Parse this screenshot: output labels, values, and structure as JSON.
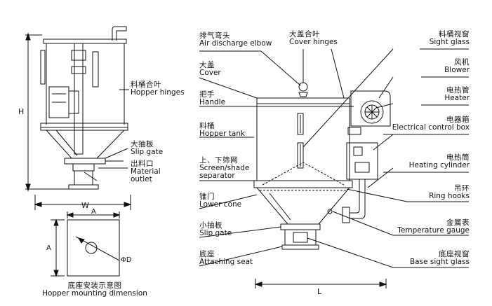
{
  "labels": {
    "air_discharge_elbow": {
      "cn": "排气弯头",
      "en": "Air discharge elbow"
    },
    "cover_hinges": {
      "cn": "大盖合叶",
      "en": "Cover hinges"
    },
    "sight_glass": {
      "cn": "料桶视窗",
      "en": "Sight glass"
    },
    "cover": {
      "cn": "大盖",
      "en": "Cover"
    },
    "blower": {
      "cn": "风机",
      "en": "Blower"
    },
    "handle": {
      "cn": "把手",
      "en": "Handle"
    },
    "heater": {
      "cn": "电热管",
      "en": "Heater"
    },
    "hopper_tank": {
      "cn": "料桶",
      "en": "Hopper tank"
    },
    "electrical_control_box": {
      "cn": "电器箱",
      "en": "Electrical control box"
    },
    "screen_shade_separator": {
      "cn": "上、下筛网",
      "en": "Screen/shade",
      "en2": "separator"
    },
    "heating_cylinder": {
      "cn": "电热筒",
      "en": "Heating cylinder"
    },
    "ring_hooks": {
      "cn": "吊环",
      "en": "Ring hooks"
    },
    "lower_cone": {
      "cn": "锥门",
      "en": "Lower cone"
    },
    "temperature_gauge": {
      "cn": "金属表",
      "en": "Temperature gauge"
    },
    "slip_gate_small": {
      "cn": "小抽板",
      "en": "Slip gate"
    },
    "attaching_seat": {
      "cn": "底座",
      "en": "Attaching seat"
    },
    "base_sight_glass": {
      "cn": "底座视窗",
      "en": "Base sight glass"
    },
    "hopper_hinges": {
      "cn": "料桶合叶",
      "en": "Hopper hinges"
    },
    "slip_gate_large": {
      "cn": "大抽板",
      "en": "Slip gate"
    },
    "material_outlet": {
      "cn": "出料口",
      "en": "Material",
      "en2": "outlet"
    },
    "mounting_dimension": {
      "cn": "底座安装示意图",
      "en": "Hopper mounting dimension"
    }
  },
  "dimensions": {
    "H": "H",
    "W": "W",
    "A_top": "A",
    "A_side": "A",
    "D": "ΦD",
    "L": "L"
  }
}
